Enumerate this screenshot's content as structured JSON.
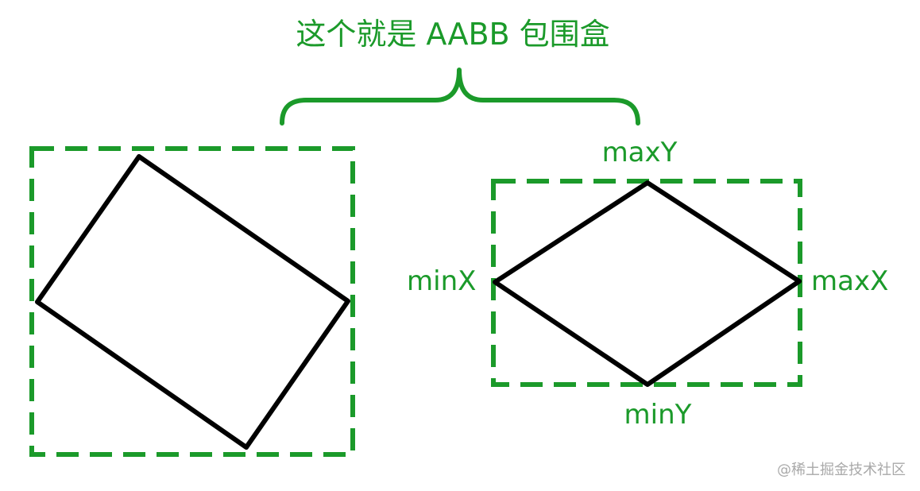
{
  "title": "这个就是 AABB 包围盒",
  "labels": {
    "max_y": "maxY",
    "min_x": "minX",
    "max_x": "maxX",
    "min_y": "minY"
  },
  "watermark": "@稀土掘金技术社区",
  "colors": {
    "aabb_green": "#1b9a2a",
    "shape_black": "#000000",
    "watermark_gray": "#a9a9a9"
  }
}
